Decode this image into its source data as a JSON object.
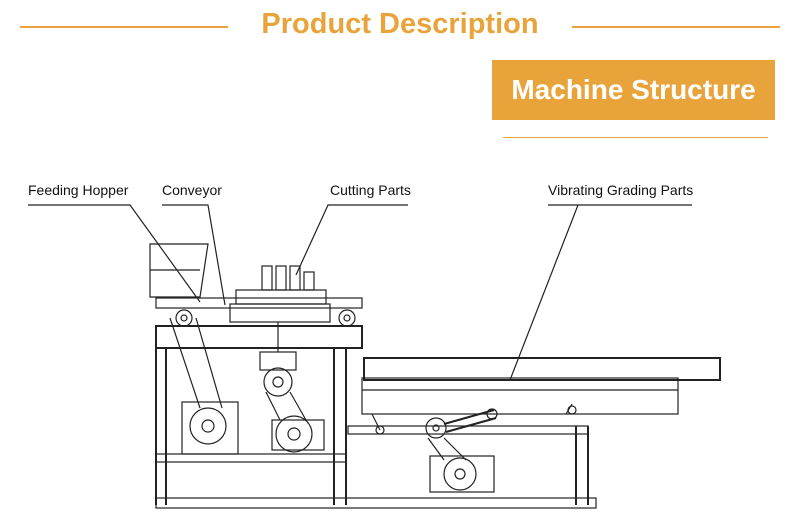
{
  "header": {
    "title": "Product Description",
    "accent_color": "#e8a33a"
  },
  "section": {
    "title": "Machine Structure"
  },
  "diagram": {
    "labels": {
      "feeding_hopper": "Feeding Hopper",
      "conveyor": "Conveyor",
      "cutting_parts": "Cutting Parts",
      "vibrating_grading_parts": "Vibrating Grading Parts"
    }
  }
}
